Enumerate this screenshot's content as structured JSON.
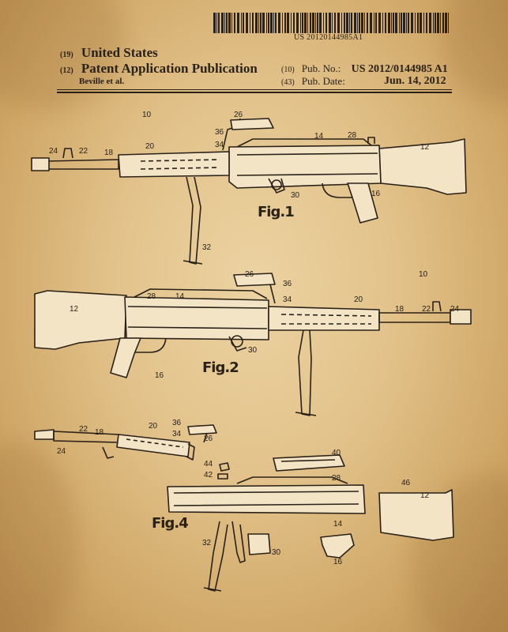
{
  "barcode_number": "US 20120144985A1",
  "header": {
    "country_code": "(19)",
    "country": "United States",
    "pubtype_code": "(12)",
    "pubtype": "Patent Application Publication",
    "inventor": "Beville et al.",
    "pubno_code": "(10)",
    "pubno_label": "Pub. No.:",
    "pubno_value": "US 2012/0144985 A1",
    "pubdate_code": "(43)",
    "pubdate_label": "Pub. Date:",
    "pubdate_value": "Jun. 14, 2012"
  },
  "figures": {
    "fig1": "Fig.1",
    "fig2": "Fig.2",
    "fig4": "Fig.4"
  },
  "refs": {
    "fig1": [
      "10",
      "26",
      "36",
      "34",
      "20",
      "14",
      "28",
      "24",
      "22",
      "18",
      "12",
      "30",
      "16",
      "32"
    ],
    "fig2": [
      "26",
      "36",
      "10",
      "28",
      "14",
      "34",
      "20",
      "12",
      "18",
      "22",
      "24",
      "30",
      "16"
    ],
    "fig4": [
      "36",
      "20",
      "22",
      "18",
      "34",
      "26",
      "24",
      "44",
      "42",
      "40",
      "28",
      "46",
      "12",
      "14",
      "32",
      "30",
      "16"
    ]
  },
  "colors": {
    "paper": "#e2c28a",
    "ink": "#2a2118",
    "fill": "#f4e4c6"
  }
}
